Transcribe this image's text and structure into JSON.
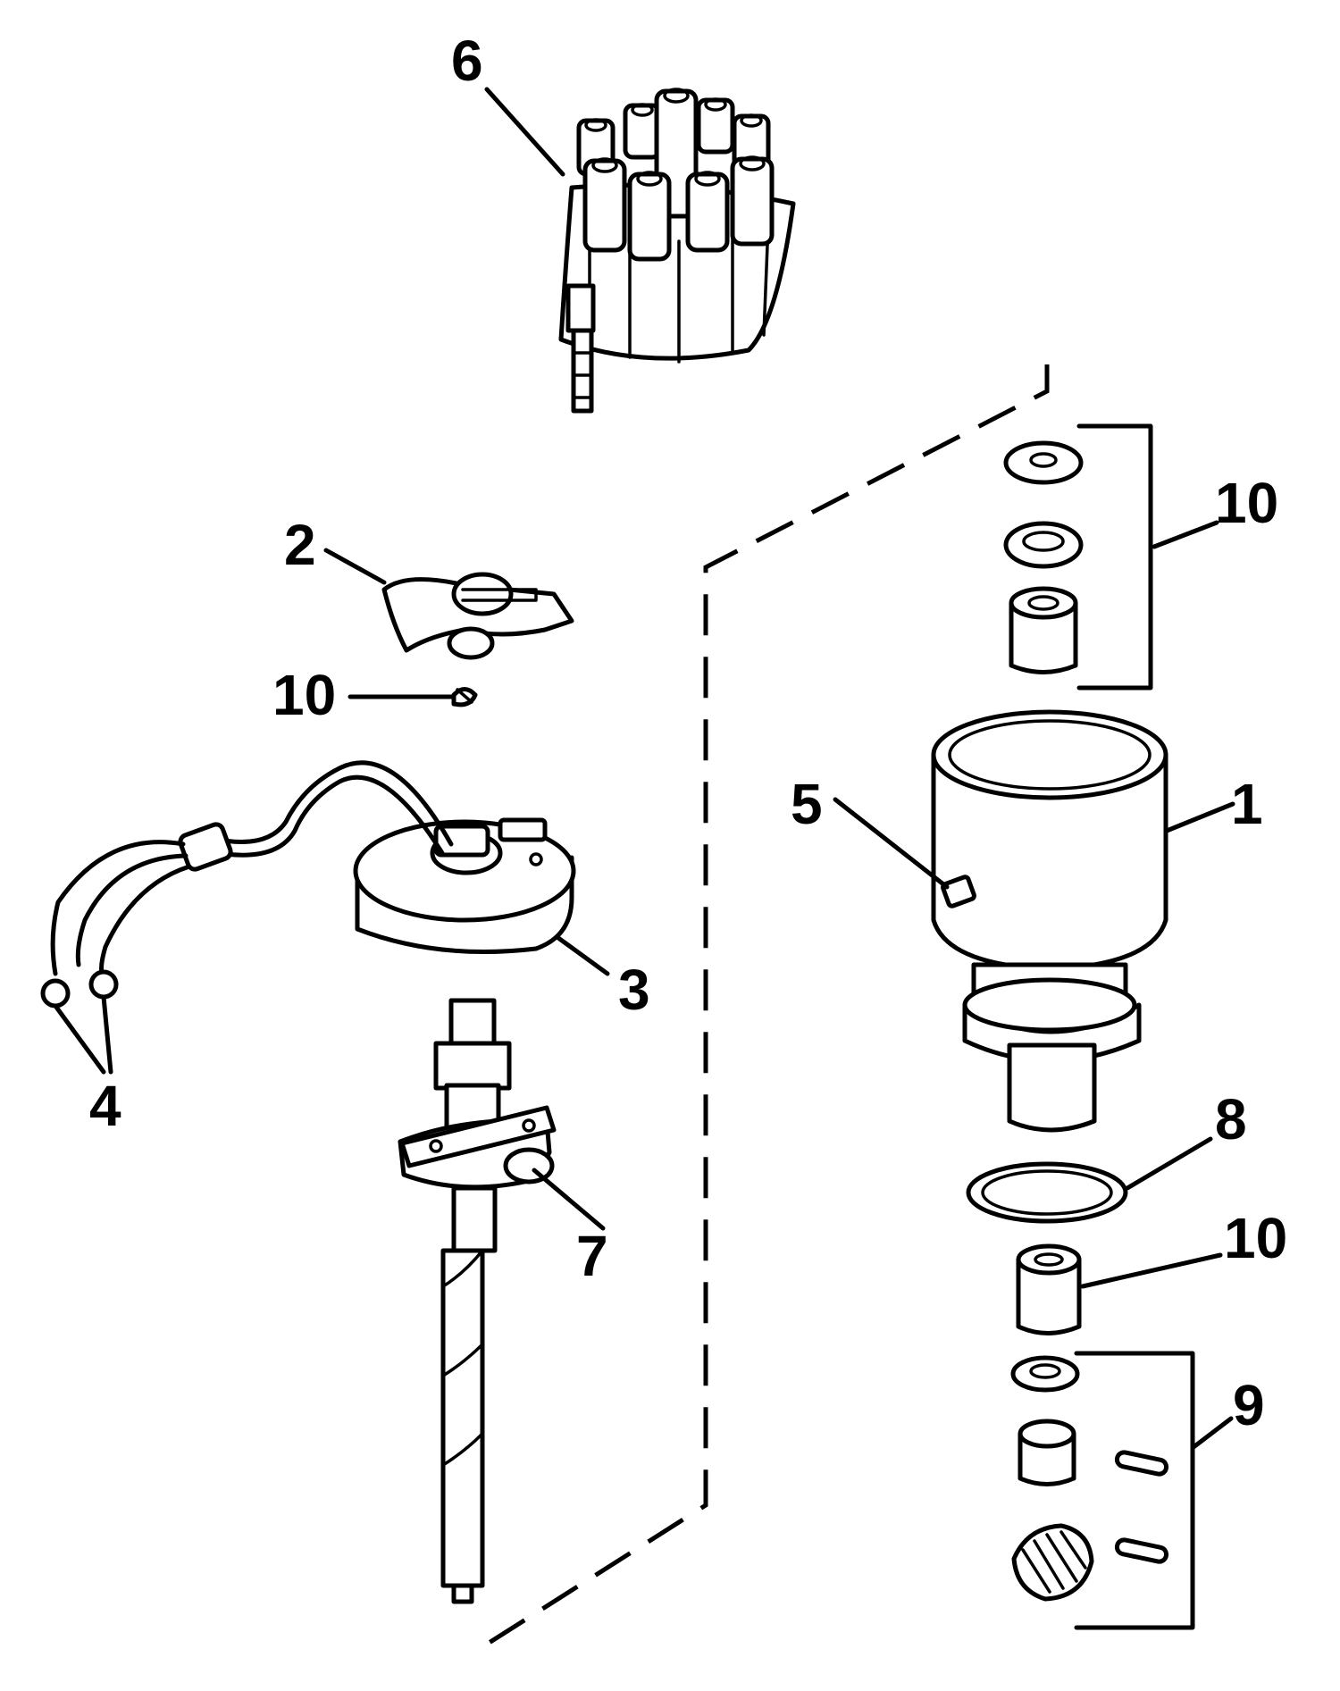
{
  "diagram": {
    "callouts": [
      {
        "id": "c6",
        "text": "6"
      },
      {
        "id": "c2",
        "text": "2"
      },
      {
        "id": "c10a",
        "text": "10"
      },
      {
        "id": "c10b",
        "text": "10"
      },
      {
        "id": "c5",
        "text": "5"
      },
      {
        "id": "c1",
        "text": "1"
      },
      {
        "id": "c3",
        "text": "3"
      },
      {
        "id": "c4",
        "text": "4"
      },
      {
        "id": "c7",
        "text": "7"
      },
      {
        "id": "c8",
        "text": "8"
      },
      {
        "id": "c10c",
        "text": "10"
      },
      {
        "id": "c9",
        "text": "9"
      }
    ],
    "colors": {
      "ink": "#000000",
      "paper": "#ffffff"
    }
  }
}
